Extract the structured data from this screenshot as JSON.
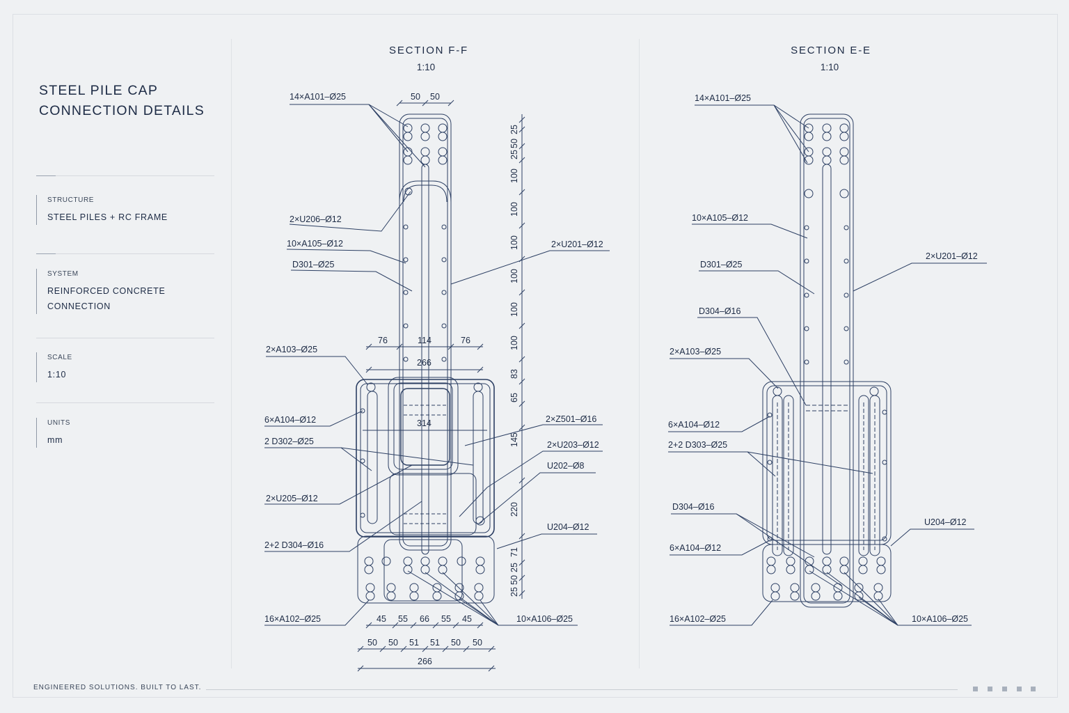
{
  "sidebar": {
    "title_line1": "STEEL PILE CAP",
    "title_line2": "CONNECTION DETAILS",
    "structure": {
      "label": "STRUCTURE",
      "value": "STEEL PILES + RC FRAME"
    },
    "system": {
      "label": "SYSTEM",
      "value_line1": "REINFORCED CONCRETE",
      "value_line2": "CONNECTION"
    },
    "scale": {
      "label": "SCALE",
      "value": "1:10"
    },
    "units": {
      "label": "UNITS",
      "value": "mm"
    }
  },
  "section_ff": {
    "title": "SECTION F-F",
    "scale": "1:10",
    "labels": {
      "l1": "14×A101–Ø25",
      "l2": "2×U206–Ø12",
      "l3": "10×A105–Ø12",
      "l4": "D301–Ø25",
      "l5": "2×A103–Ø25",
      "l6": "6×A104–Ø12",
      "l7": "2 D302–Ø25",
      "l8": "2×U205–Ø12",
      "l9": "2+2 D304–Ø16",
      "l10": "16×A102–Ø25",
      "r1": "2×U201–Ø12",
      "r2": "2×Z501–Ø16",
      "r3": "2×U203–Ø12",
      "r4": "U202–Ø8",
      "r5": "U204–Ø12",
      "r6": "10×A106–Ø25"
    },
    "dims": {
      "top_a": "50",
      "top_b": "50",
      "mid_a": "76",
      "mid_b": "114",
      "mid_c": "76",
      "mid_total": "266",
      "inner": "314",
      "bot_a": "45",
      "bot_b": "55",
      "bot_c": "66",
      "bot_d": "55",
      "bot_e": "45",
      "base_a": "50",
      "base_b": "50",
      "base_c": "51",
      "base_d": "51",
      "base_e": "50",
      "base_f": "50",
      "base_total": "266",
      "v1": "25",
      "v2": "50",
      "v3": "25",
      "v4": "100",
      "v5": "100",
      "v6": "100",
      "v7": "100",
      "v8": "100",
      "v9": "100",
      "v10": "83",
      "v11": "65",
      "v12": "145",
      "v13": "220",
      "v14": "71",
      "v15": "25",
      "v16": "50",
      "v17": "25"
    }
  },
  "section_ee": {
    "title": "SECTION E-E",
    "scale": "1:10",
    "labels": {
      "l1": "14×A101–Ø25",
      "l2": "10×A105–Ø12",
      "l3": "D301–Ø25",
      "l4": "D304–Ø16",
      "l5": "2×A103–Ø25",
      "l6": "6×A104–Ø12",
      "l7": "2+2 D303–Ø25",
      "l8": "D304–Ø16",
      "l9": "6×A104–Ø12",
      "l10": "16×A102–Ø25",
      "r1": "2×U201–Ø12",
      "r2": "U204–Ø12",
      "r3": "10×A106–Ø25"
    }
  },
  "footer": {
    "tagline": "ENGINEERED SOLUTIONS.  BUILT TO LAST."
  },
  "colors": {
    "ink": "#1d2b45",
    "background": "#eff1f3",
    "leader": "#2c3f63"
  }
}
